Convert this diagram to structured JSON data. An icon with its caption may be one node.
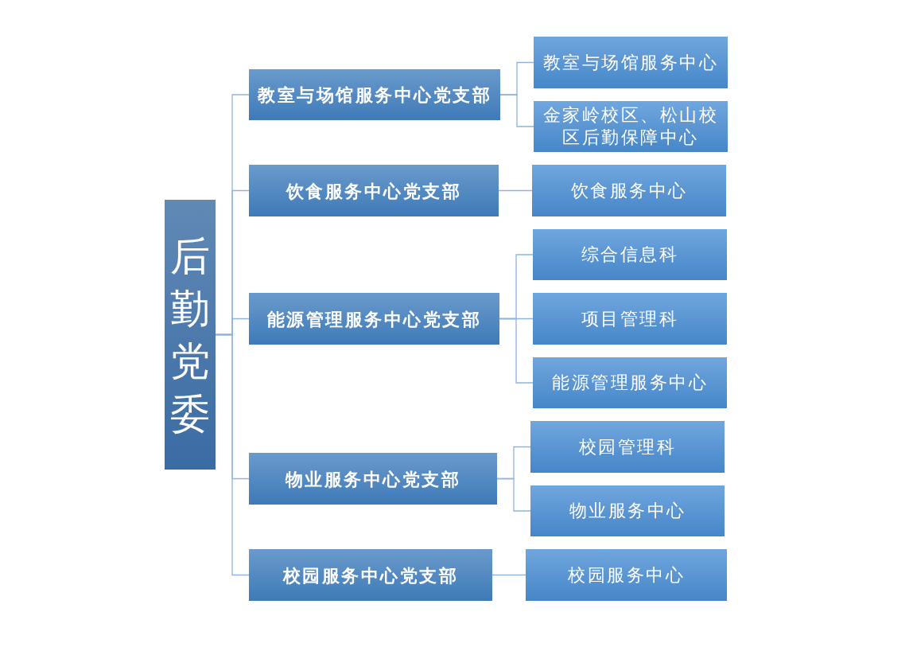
{
  "diagram": {
    "nodes": [
      {
        "text": [
          "后勤党委"
        ]
      },
      {
        "text": [
          "教室与场馆服务中心党支部"
        ]
      },
      {
        "text": [
          "教室与场馆服务中心"
        ]
      },
      {
        "text": [
          "金家岭校区、松山校区后勤保障中心"
        ]
      },
      {
        "text": [
          "饮食服务中心党支部"
        ]
      },
      {
        "text": [
          "饮食服务中心"
        ]
      },
      {
        "text": [
          "能源管理服务中心党支部"
        ]
      },
      {
        "text": [
          "综合信息科"
        ]
      },
      {
        "text": [
          "项目管理科"
        ]
      },
      {
        "text": [
          "能源管理服务中心"
        ]
      },
      {
        "text": [
          "物业服务中心党支部"
        ]
      },
      {
        "text": [
          "校园管理科"
        ]
      },
      {
        "text": [
          "物业服务中心"
        ]
      },
      {
        "text": [
          "校园服务中心党支部"
        ]
      },
      {
        "text": [
          "校园服务中心"
        ]
      }
    ],
    "edges": [
      {
        "from": 0,
        "to": 1,
        "arrow": "none"
      },
      {
        "from": 0,
        "to": 4,
        "arrow": "none"
      },
      {
        "from": 0,
        "to": 6,
        "arrow": "none"
      },
      {
        "from": 0,
        "to": 10,
        "arrow": "none"
      },
      {
        "from": 0,
        "to": 13,
        "arrow": "none"
      },
      {
        "from": 1,
        "to": 2,
        "arrow": "none"
      },
      {
        "from": 1,
        "to": 3,
        "arrow": "none"
      },
      {
        "from": 4,
        "to": 5,
        "arrow": "none"
      },
      {
        "from": 6,
        "to": 7,
        "arrow": "none"
      },
      {
        "from": 6,
        "to": 8,
        "arrow": "none"
      },
      {
        "from": 6,
        "to": 9,
        "arrow": "none"
      },
      {
        "from": 10,
        "to": 11,
        "arrow": "none"
      },
      {
        "from": 10,
        "to": 12,
        "arrow": "none"
      },
      {
        "from": 13,
        "to": 14,
        "arrow": "none"
      }
    ]
  }
}
